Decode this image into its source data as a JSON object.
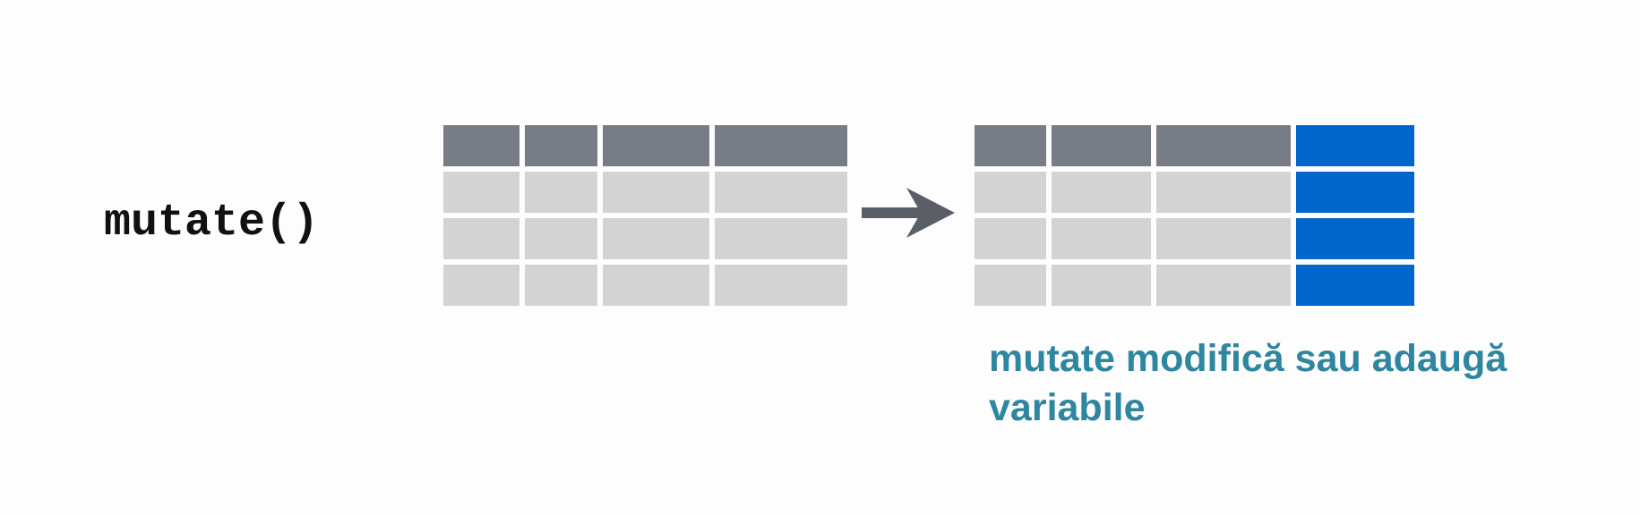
{
  "function_label": "mutate()",
  "caption": {
    "line1": "mutate modifică sau adaugă",
    "line2": "variabile"
  },
  "colors": {
    "header": "#787c84",
    "body": "#d3d3d3",
    "new_column": "#0066cc",
    "arrow": "#5a5e66",
    "caption": "#2e86a0",
    "label": "#111111"
  },
  "input_table": {
    "columns": 4,
    "body_rows": 3
  },
  "output_table": {
    "columns": 4,
    "body_rows": 3,
    "new_column_count": 1
  }
}
